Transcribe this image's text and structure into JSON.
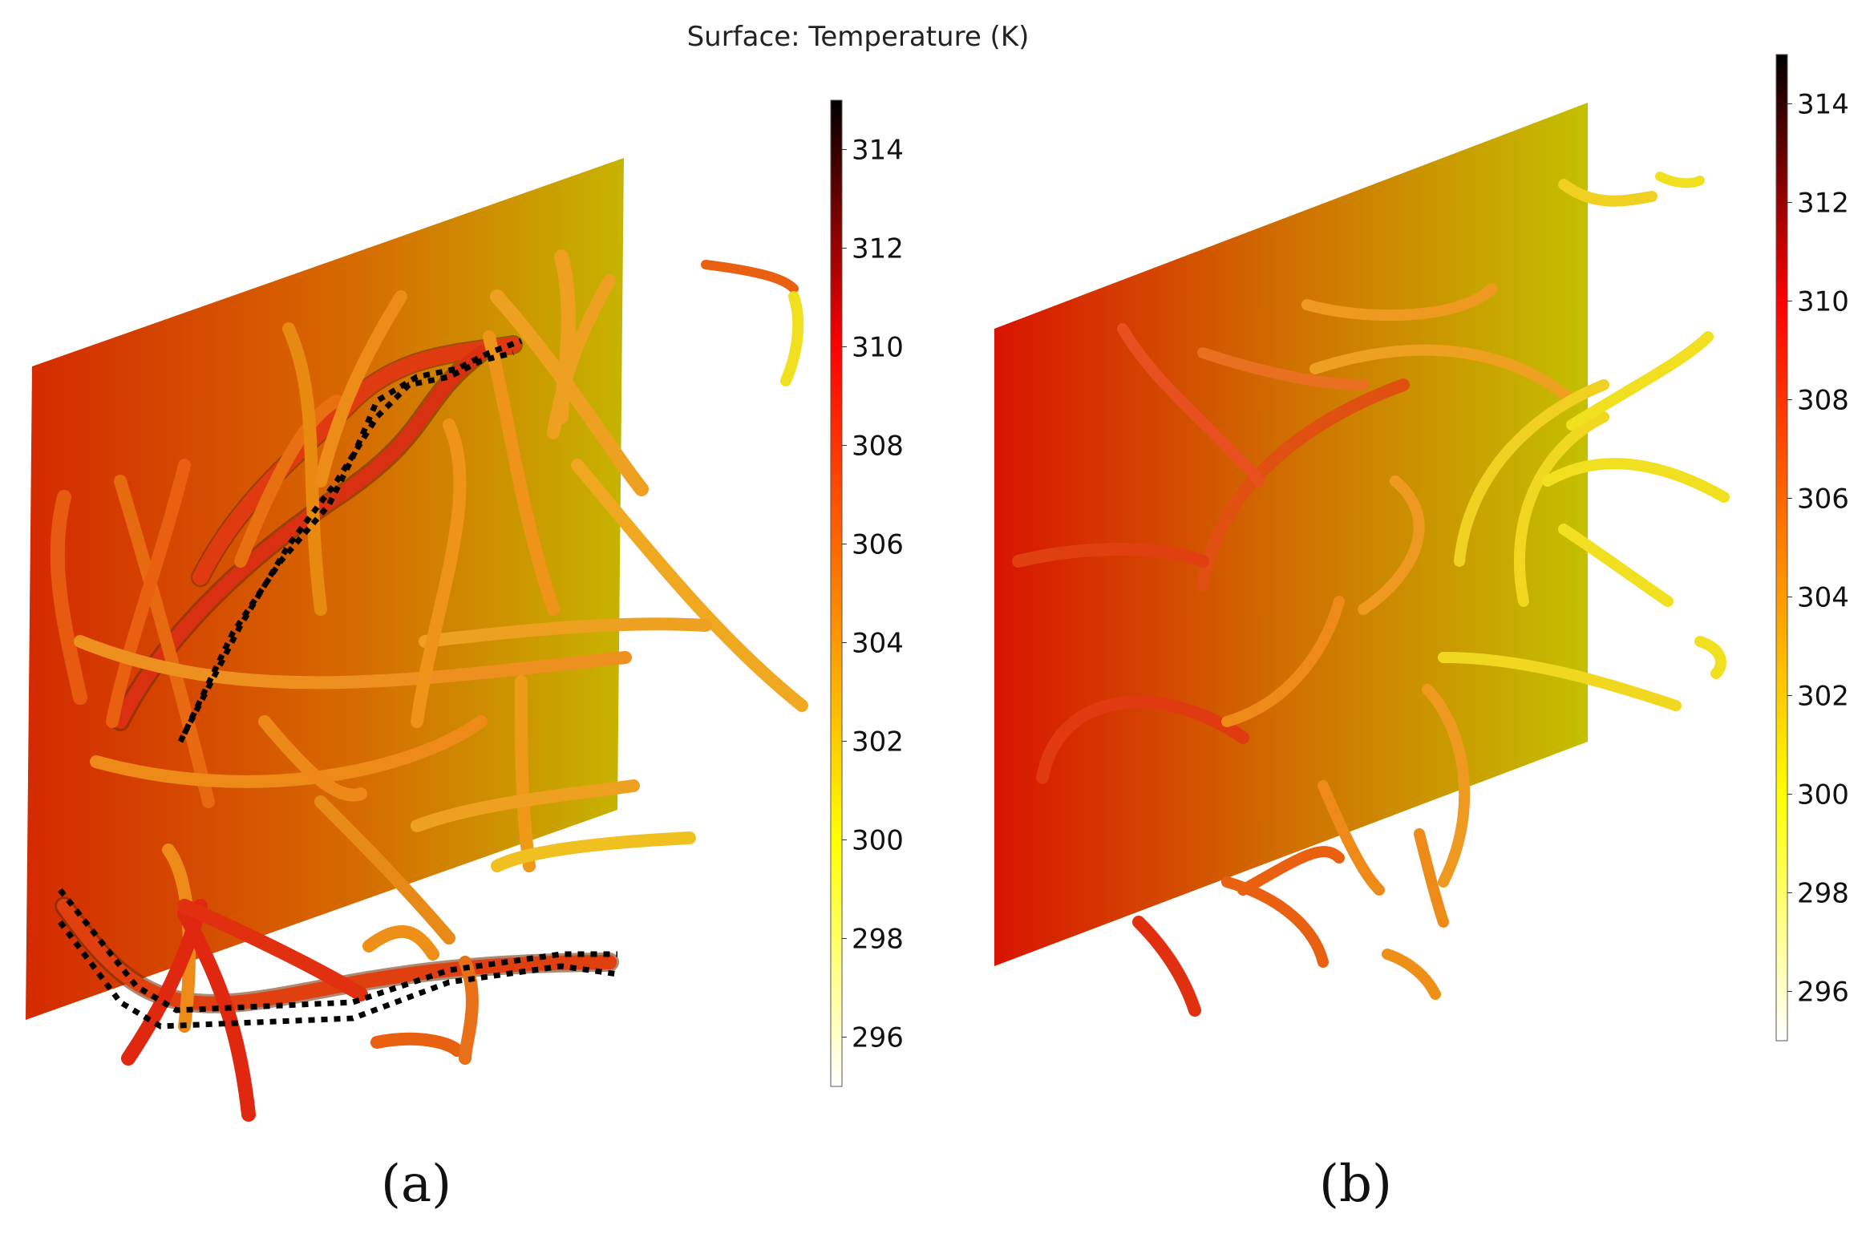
{
  "title": "Surface: Temperature (K)",
  "colorbar": {
    "min": 295,
    "max": 315,
    "ticks": [
      314,
      312,
      310,
      308,
      306,
      304,
      302,
      300,
      298,
      296
    ],
    "colormap": [
      "#ffffff",
      "#ffff00",
      "#ff8000",
      "#ff0000",
      "#000000"
    ]
  },
  "panels": [
    {
      "label": "(a)",
      "plane_color_left": "#d42800",
      "plane_color_right": "#c8b400"
    },
    {
      "label": "(b)",
      "plane_color_left": "#d81400",
      "plane_color_right": "#c8c000"
    }
  ],
  "highlight_style": "black dotted outline"
}
